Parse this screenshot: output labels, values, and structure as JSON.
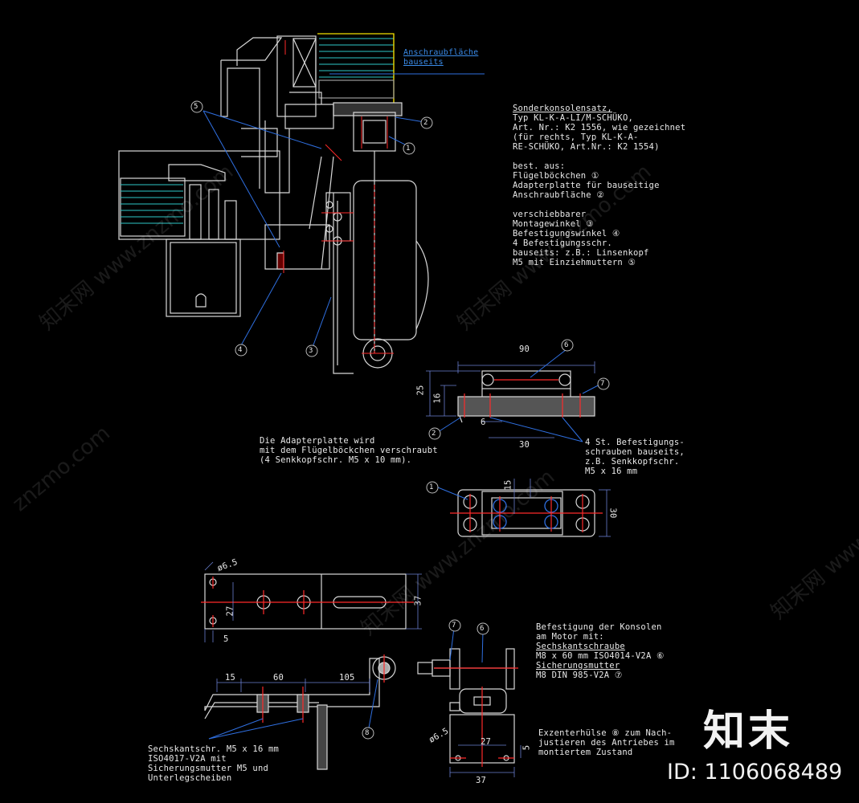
{
  "drawing": {
    "label_surface_line1": "Anschraubfläche",
    "label_surface_line2": "bauseits",
    "spec_title": "Sonderkonsolensatz,",
    "spec_lines": [
      "Typ KL-K-A-LI/M-SCHÜKO,",
      "Art. Nr.: K2 1556, wie gezeichnet",
      "(für rechts, Typ KL-K-A-",
      "RE-SCHÜKO, Art.Nr.: K2 1554)",
      "",
      "best. aus:",
      "Flügelböckchen ①",
      "Adapterplatte für bauseitige",
      "Anschraubfläche ②",
      "",
      "verschiebbarer",
      "Montagewinkel ③",
      "Befestigungswinkel ④",
      "4 Befestigungsschr.",
      "bauseits: z.B.: Linsenkopf",
      "M5 mit Einziehmuttern ⑤"
    ],
    "adapter_note": [
      "Die Adapterplatte wird",
      "mit dem Flügelböckchen verschraubt",
      "(4 Senkkopfschr. M5 x 10 mm)."
    ],
    "fix_screws_note": [
      "4 St. Befestigungs-",
      "schrauben bauseits,",
      "z.B. Senkkopfschr.",
      "M5 x 16 mm"
    ],
    "motor_note": [
      "Befestigung der Konsolen",
      "am Motor mit:",
      "Sechskantschraube",
      "M8 x 60 mm ISO4014-V2A ⑥",
      "Sicherungsmutter",
      "M8 DIN 985-V2A ⑦"
    ],
    "hex_note": [
      "Sechskantschr. M5 x 16 mm",
      "ISO4017-V2A mit",
      "Sicherungsmutter M5 und",
      "Unterlegscheiben"
    ],
    "eccentric_note": [
      "Exzenterhülse ⑧ zum Nach-",
      "justieren des Antriebes im",
      "montiertem Zustand"
    ],
    "dims": {
      "d90": "90",
      "d25": "25",
      "d16": "16",
      "d6": "6",
      "d30": "30",
      "d15": "15",
      "d30b": "30",
      "d65a": "ø6.5",
      "d27": "27",
      "d37": "37",
      "d5": "5",
      "d15b": "15",
      "d60": "60",
      "d105": "105",
      "d65b": "ø6.5",
      "d27b": "27",
      "d5b": "5",
      "d37b": "37"
    },
    "callouts": [
      "1",
      "2",
      "3",
      "4",
      "5",
      "6",
      "7",
      "8"
    ]
  },
  "watermark": {
    "logo": "知末",
    "id": "ID: 1106068489",
    "site": "znzmo.com",
    "site_cn": "知末网 www.znzmo.com"
  },
  "colors": {
    "line": "#d8d8d8",
    "red": "#ff2a2a",
    "blue": "#2f6fe0",
    "cyan": "#2ec9c9",
    "yellow": "#f2e000",
    "gray": "#9a9a9a"
  }
}
